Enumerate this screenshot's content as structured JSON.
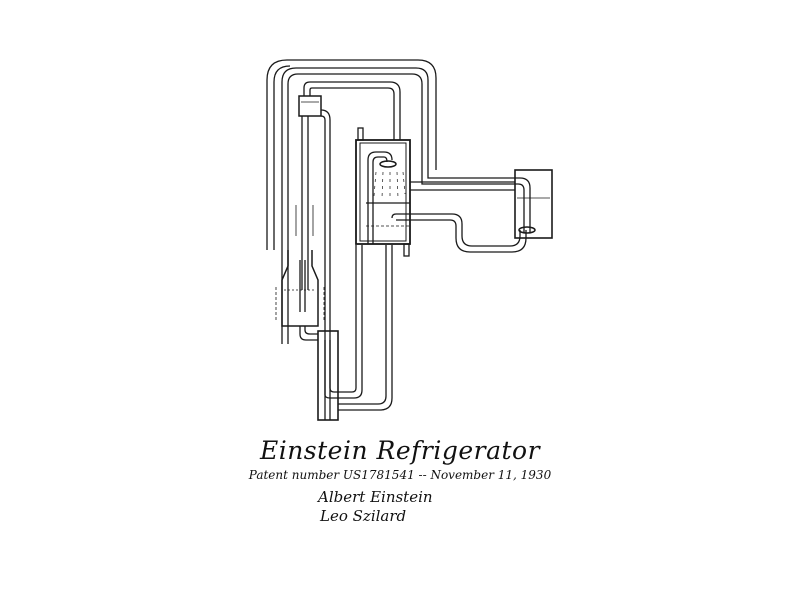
{
  "diagram": {
    "title": "Einstein Refrigerator",
    "subtitle": "Patent number US1781541 --  November 11, 1930",
    "signatures": [
      "Albert Einstein",
      "Leo Szilard"
    ],
    "line_color": "#1a1a1a",
    "background": "#ffffff"
  }
}
